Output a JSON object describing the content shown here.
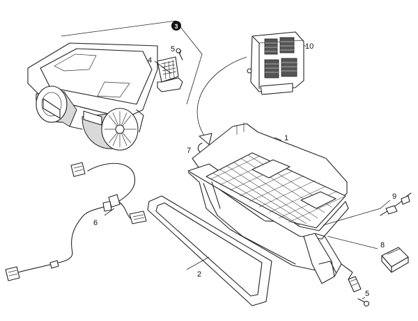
{
  "callouts": {
    "blower_ref": "3",
    "screw_top": "5",
    "resistor": "4",
    "control_module": "10",
    "clip": "7",
    "glovebox_housing": "1",
    "wiring_harness": "6",
    "seal_frame": "2",
    "cable": "9",
    "bracket": "8",
    "screw_bottom": "5"
  }
}
